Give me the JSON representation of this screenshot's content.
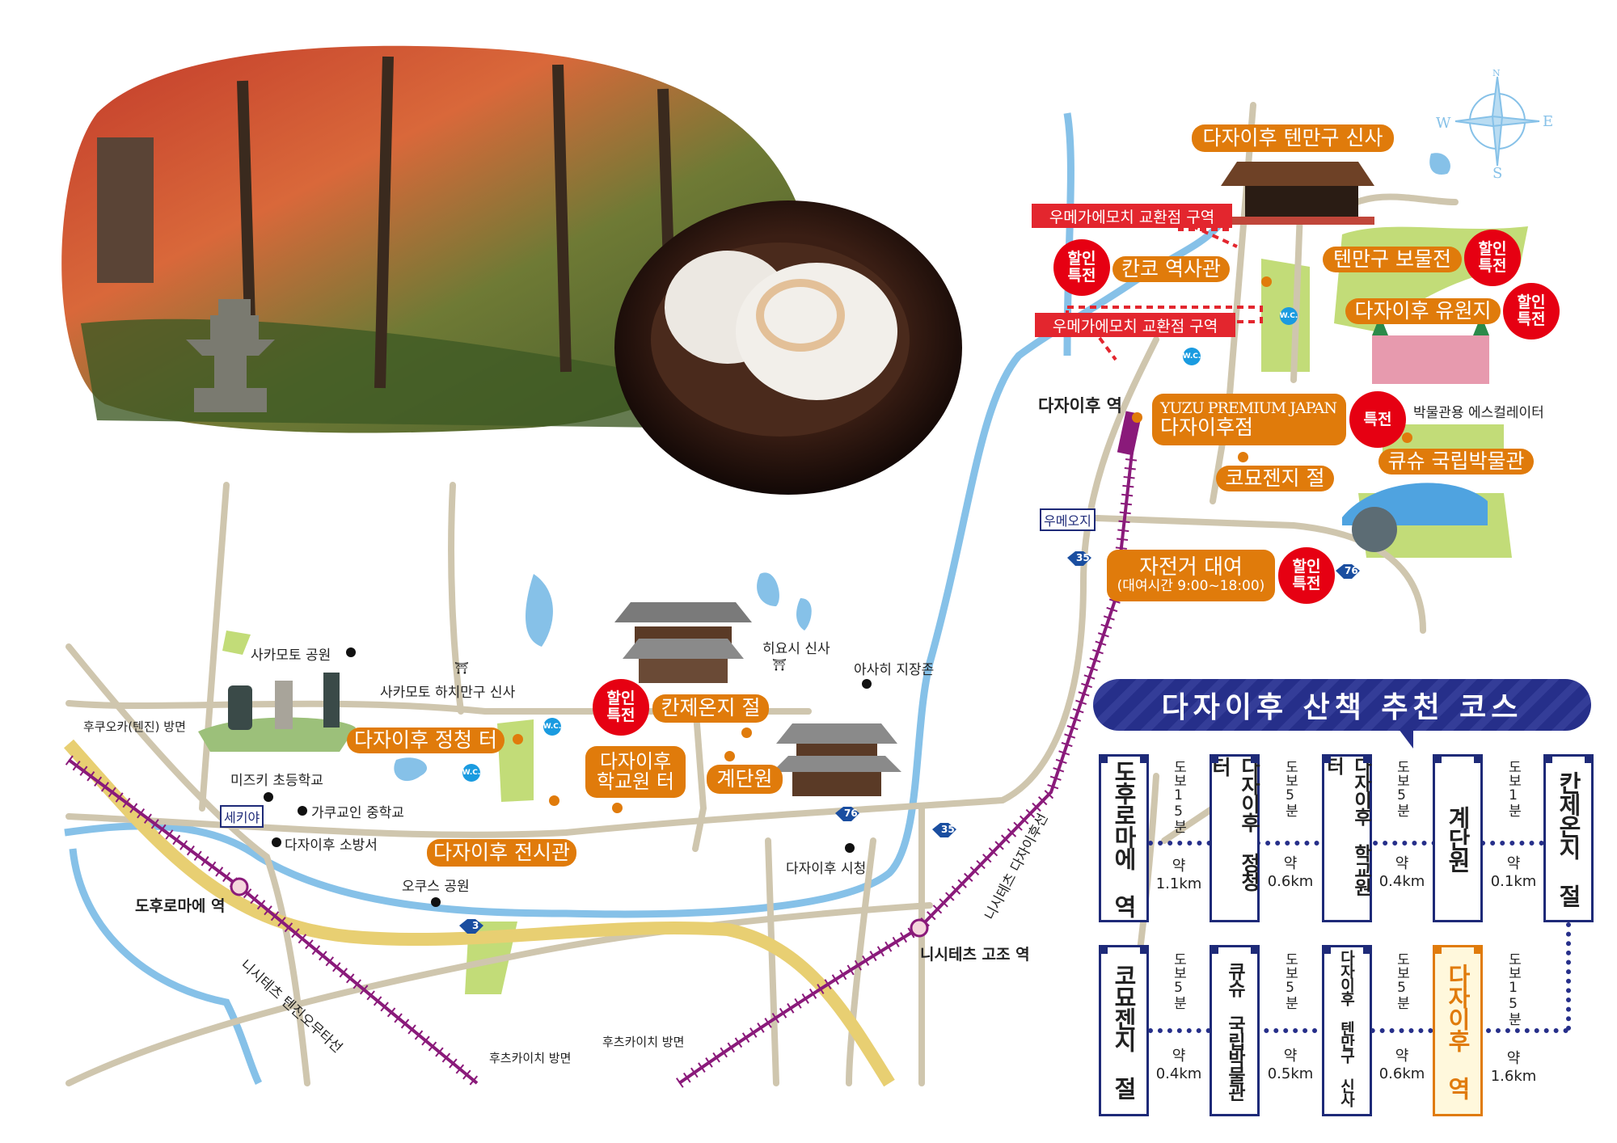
{
  "colors": {
    "accent": "#e07b0b",
    "discount": "#e60012",
    "navy": "#262f8a",
    "rail": "#8a1a7a",
    "river": "#86c1e8",
    "road": "#cfc6ae",
    "highway": "#e8cf72",
    "park": "#c2dc78"
  },
  "compass": {
    "n": "N",
    "e": "E",
    "s": "S",
    "w": "W"
  },
  "badges": {
    "discount": "할인\n특전",
    "special": "특전"
  },
  "north_map": {
    "tenmangu": "다자이후 텐만구 신사",
    "umegae_zone_1": "우메가에모치 교환점 구역",
    "umegae_zone_2": "우메가에모치 교환점 구역",
    "kanko": "칸코 역사관",
    "treasure": "텐만구 보물전",
    "amusement": "다자이후 유원지",
    "station": "다자이후 역",
    "yuzu_line1": "YUZU PREMIUM JAPAN",
    "yuzu_line2": "다자이후점",
    "escalator": "박물관용 에스컬레이터",
    "museum": "큐슈 국립박물관",
    "komyozenji": "코묘젠지 절",
    "umeoji": "우메오지",
    "bike_title": "자전거 대여",
    "bike_hours": "(대여시간 9:00~18:00)",
    "route35": "35",
    "route76": "76",
    "wc": "W.C."
  },
  "south_map": {
    "sakamoto_park": "사카모토 공원",
    "sakamoto_shrine": "사카모토 하치만구 신사",
    "fukuoka_dir": "후쿠오카(텐진) 방면",
    "seicho": "다자이후 정청 터",
    "kanzeonji": "칸제온지 절",
    "hiyoshi": "히요시 신사",
    "asahi": "아사히 지장존",
    "gakkoin": "다자이후\n학교원 터",
    "kaidanin": "계단원",
    "mizuki": "미즈키 초등학교",
    "gakugyoin": "가쿠교인 중학교",
    "sekiya": "세키야",
    "fire": "다자이후 소방서",
    "exhibition": "다자이후 전시관",
    "cityhall": "다자이후 시청",
    "okusu": "오쿠스 공원",
    "tofuromae": "도후로마에 역",
    "gojo": "니시테츠 고조 역",
    "futsuka_1": "후츠카이치 방면",
    "futsuka_2": "후츠카이치 방면",
    "dazaifu_line": "니시테츠 다자이후선",
    "tenjin_line": "니시테츠 텐진오무타선",
    "route3": "3",
    "route76": "76",
    "route35": "35"
  },
  "course": {
    "title": "다자이후 산책 추천 코스",
    "row1": [
      {
        "stop": "도후로마에 역"
      },
      {
        "walk": "도보15분",
        "dist": "약",
        "km": "1.1km"
      },
      {
        "stop": "다자이후 정청 터"
      },
      {
        "walk": "도보5분",
        "dist": "약",
        "km": "0.6km"
      },
      {
        "stop": "다자이후 학교원 터"
      },
      {
        "walk": "도보5분",
        "dist": "약",
        "km": "0.4km"
      },
      {
        "stop": "계단원"
      },
      {
        "walk": "도보1분",
        "dist": "약",
        "km": "0.1km"
      },
      {
        "stop": "칸제온지 절"
      }
    ],
    "row2": [
      {
        "stop": "코묘젠지 절"
      },
      {
        "walk": "도보5분",
        "dist": "약",
        "km": "0.4km"
      },
      {
        "stop": "큐슈 국립박물관"
      },
      {
        "walk": "도보5분",
        "dist": "약",
        "km": "0.5km"
      },
      {
        "stop": "다자이후 텐만구 신사"
      },
      {
        "walk": "도보5분",
        "dist": "약",
        "km": "0.6km"
      },
      {
        "stop": "다자이후 역",
        "highlight": true
      },
      {
        "walk": "도보15분",
        "dist": "약",
        "km": "1.6km"
      }
    ]
  }
}
